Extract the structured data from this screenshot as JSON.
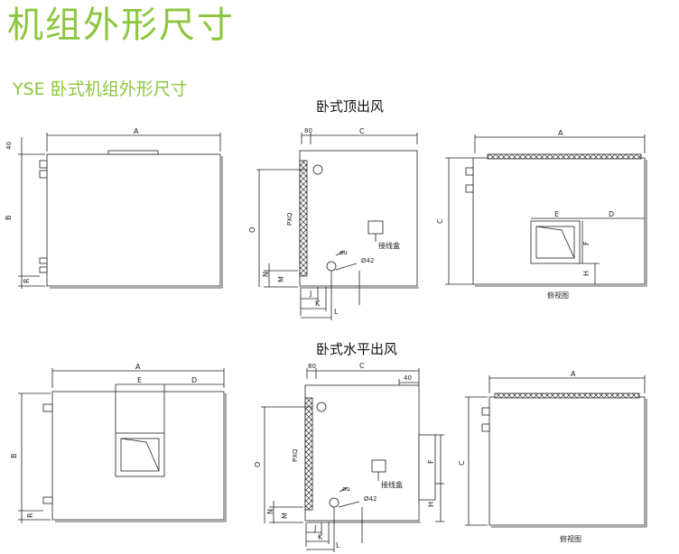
{
  "page": {
    "title": "机组外形尺寸",
    "subtitle": "YSE 卧式机组外形尺寸"
  },
  "sections": {
    "top_outlet": "卧式顶出风",
    "horizontal_outlet": "卧式水平出风"
  },
  "labels": {
    "A": "A",
    "B": "B",
    "C": "C",
    "D": "D",
    "E": "E",
    "F": "F",
    "H": "H",
    "O": "O",
    "R": "R",
    "N": "N",
    "M": "M",
    "J": "J",
    "K": "K",
    "L": "L",
    "dim40": "40",
    "dim80": "80",
    "pxq": "PXQ",
    "phi_u": "øu",
    "phi42": "Ø42",
    "junction_box": "接线盒",
    "top_view": "俯视图"
  },
  "colors": {
    "accent": "#8cc63f",
    "line": "#222222"
  }
}
